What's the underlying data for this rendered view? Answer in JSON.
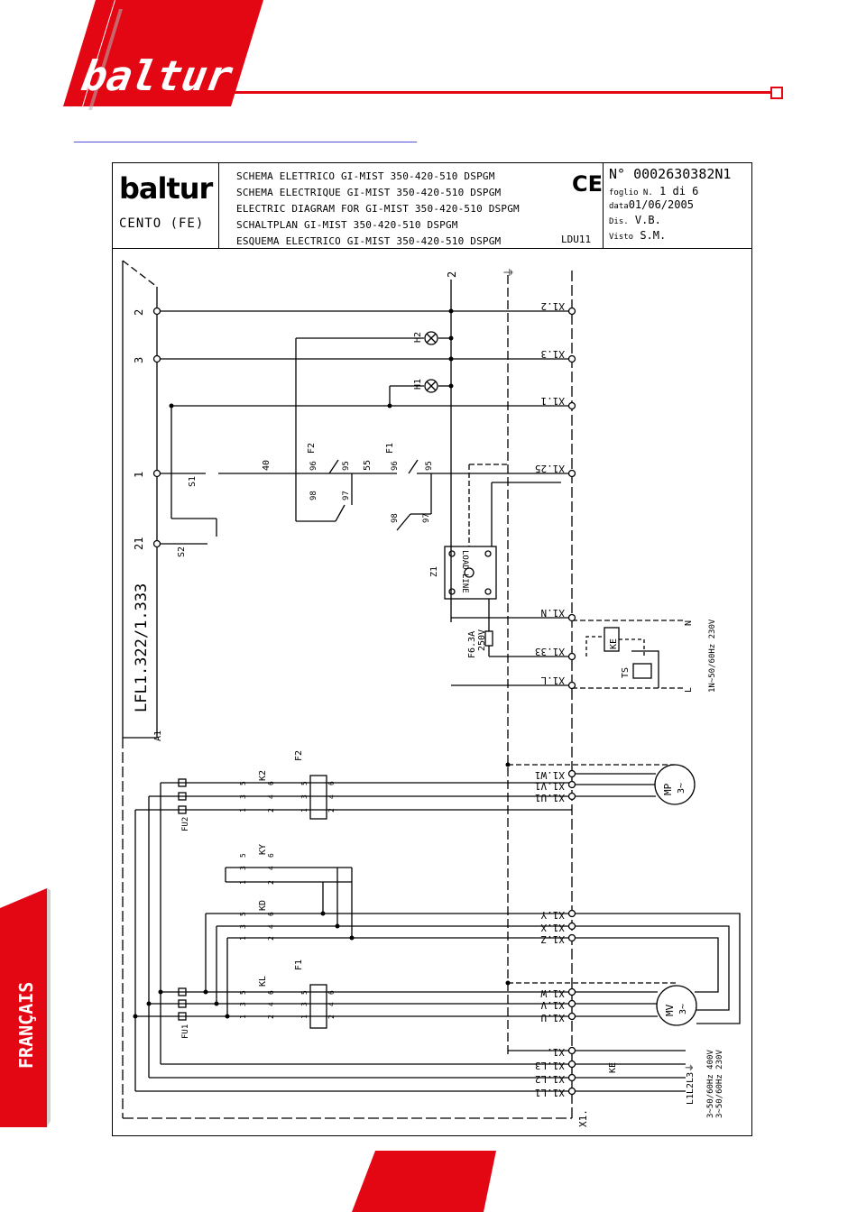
{
  "brand": {
    "logo_text": "baltur",
    "accent": "#e30613"
  },
  "side_tab": {
    "label": "FRANÇAIS"
  },
  "title_block": {
    "company": "baltur",
    "city": "CENTO (FE)",
    "titles": [
      "SCHEMA ELETTRICO GI-MIST 350-420-510 DSPGM",
      "SCHEMA ELECTRIQUE GI-MIST 350-420-510 DSPGM",
      "ELECTRIC DIAGRAM FOR GI-MIST 350-420-510 DSPGM",
      "SCHALTPLAN GI-MIST 350-420-510 DSPGM",
      "ESQUEMA ELECTRICO GI-MIST 350-420-510 DSPGM"
    ],
    "code": "LDU11",
    "ce_mark": "CE",
    "number": "N° 0002630382N1",
    "sheet_label": "foglio N.",
    "sheet_value": "1 di 6",
    "date_label": "data",
    "date_value": "01/06/2005",
    "drawn_label": "Dis.",
    "drawn_value": "V.B.",
    "checked_label": "Visto",
    "checked_value": "S.M."
  },
  "diagram": {
    "controller": "LFL1.322/1.333",
    "controller_ref": "A1",
    "controller_terminals": [
      "2",
      "3",
      "1",
      "21"
    ],
    "wire_40": "40",
    "wire_55": "55",
    "top_labels": {
      "phase": "2",
      "earth": "⏚"
    },
    "terminals": {
      "x1_2": "X1.2",
      "x1_3": "X1.3",
      "x1_1": "X1.1",
      "x1_25": "X1.25",
      "x1_n": "X1.N",
      "x1_33": "X1.33",
      "x1_l": "X1.L",
      "x1_w1": "X1.W1",
      "x1_v1": "X1.V1",
      "x1_u1": "X1.U1",
      "x1_y": "X1.Y",
      "x1_x": "X1.X",
      "x1_z": "X1.Z",
      "x1_w": "X1.W",
      "x1_v": "X1.V",
      "x1_u": "X1.U",
      "x1_pe": "X1.",
      "x1_l3": "X1.L3",
      "x1_l2": "X1.L2",
      "x1_l1": "X1.L1",
      "x1": "X1."
    },
    "components": {
      "h2": "H2",
      "h1": "H1",
      "s1": "S1",
      "s2": "S2",
      "f2": "F2",
      "f1": "F1",
      "z1": "Z1",
      "z1_load": "LOAD",
      "z1_line": "LINE",
      "fuse": "F6.3A",
      "fuse_rating": "250V",
      "ke": "KE",
      "ts": "TS",
      "k2": "K2",
      "ky": "KY",
      "kd": "KD",
      "kl": "KL",
      "fu2": "FU2",
      "fu1": "FU1",
      "mp": "MP",
      "mv": "MV",
      "motor_phase": "3~"
    },
    "contacts": {
      "c96": "96",
      "c95": "95",
      "c98": "98",
      "c97": "97",
      "p1": "1",
      "p2": "2",
      "p3": "3",
      "p4": "4",
      "p5": "5",
      "p6": "6"
    },
    "supply": {
      "single_phase": "1N~50/60Hz 230V",
      "n": "N",
      "l": "L",
      "three_phase_408": "3~50/60Hz 400V",
      "three_phase_230": "3~50/60Hz 230V",
      "l1l2l3": "L1L2L3⏚"
    }
  }
}
